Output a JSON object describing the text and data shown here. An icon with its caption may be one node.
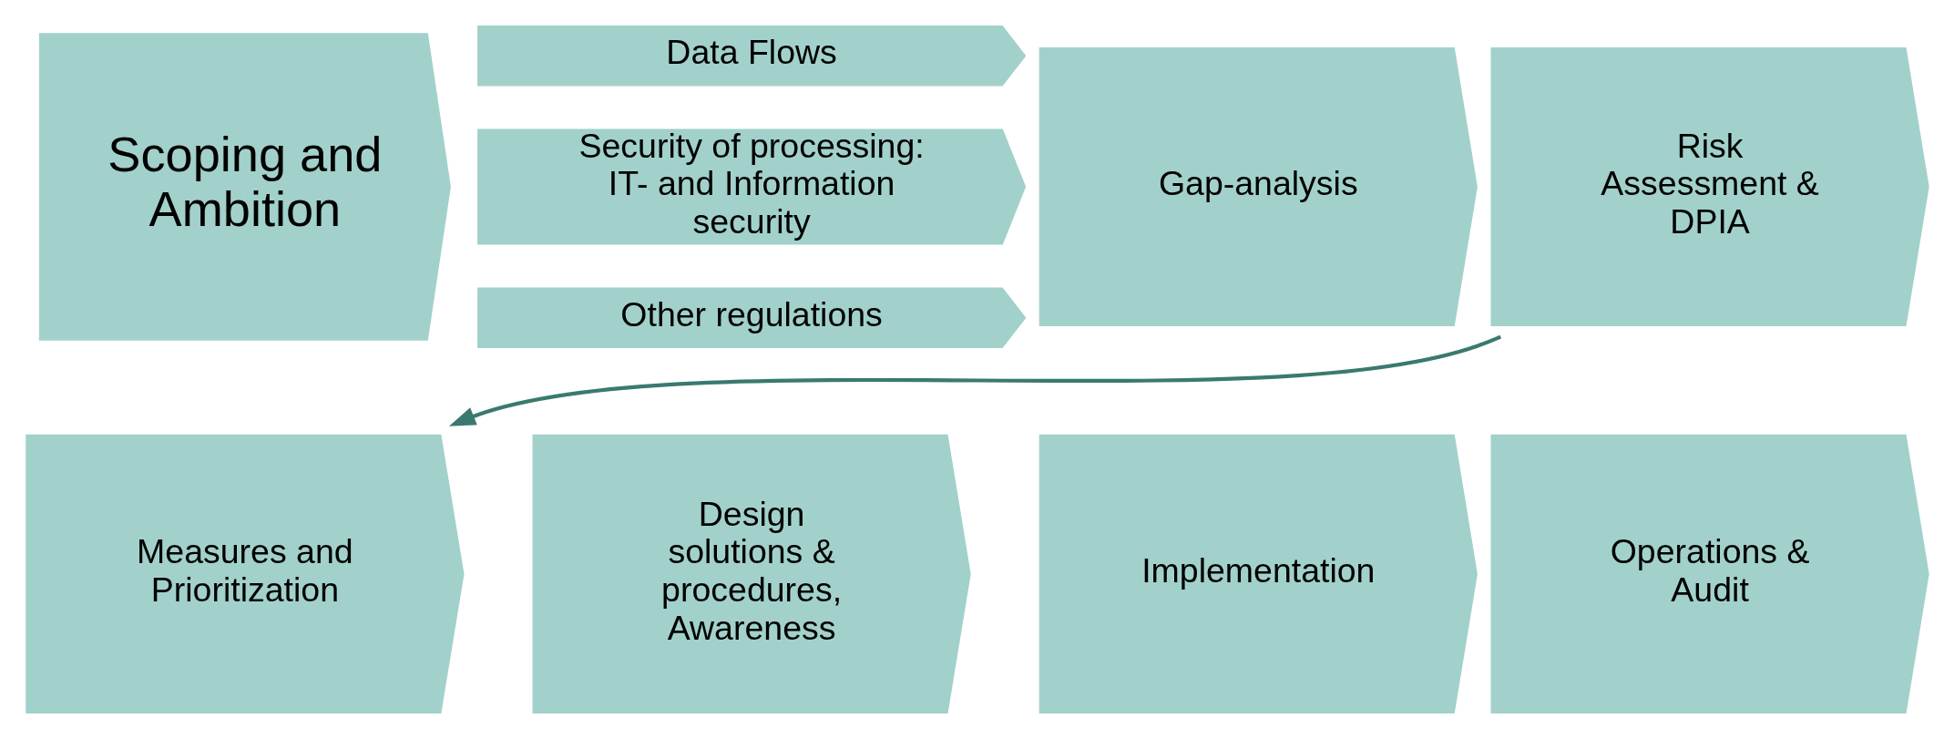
{
  "diagram": {
    "nodes": [
      {
        "text": [
          "Scoping and Ambition"
        ]
      },
      {
        "text": [
          "Data Flows"
        ]
      },
      {
        "text": [
          "Security of processing: IT- and Information security"
        ]
      },
      {
        "text": [
          "Other regulations"
        ]
      },
      {
        "text": [
          "Gap-analysis"
        ]
      },
      {
        "text": [
          "Risk Assessment & DPIA"
        ]
      },
      {
        "text": [
          "Measures and Prioritization"
        ]
      },
      {
        "text": [
          "Design solutions & procedures, Awareness"
        ]
      },
      {
        "text": [
          "Implementation"
        ]
      },
      {
        "text": [
          "Operations & Audit"
        ]
      }
    ],
    "edges": [
      {
        "from": 5,
        "to": 6,
        "arrow": "to",
        "color": "#3a7a6e"
      }
    ]
  }
}
